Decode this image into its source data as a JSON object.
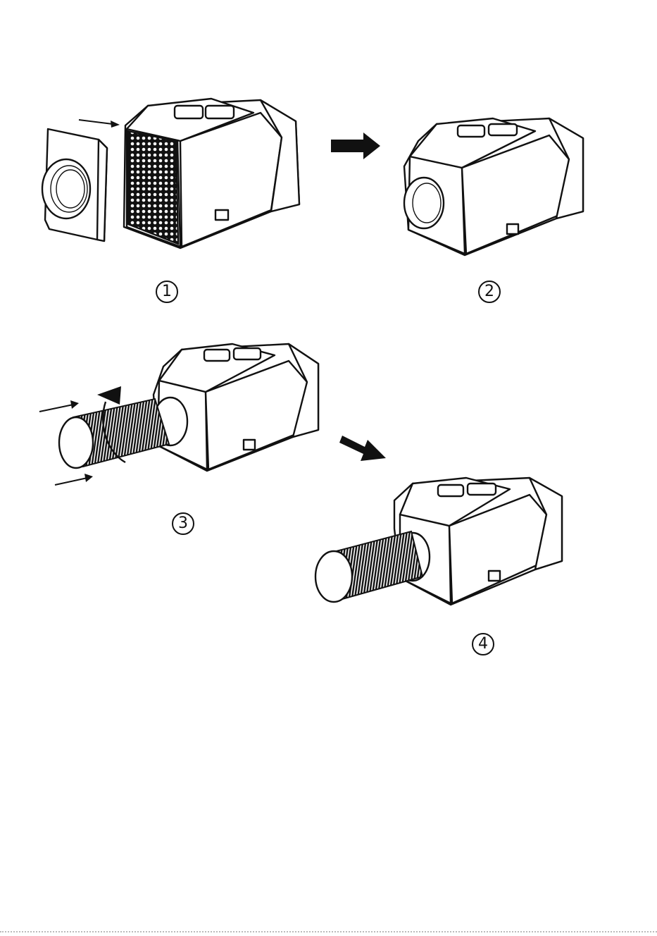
{
  "steps": [
    {
      "label": "1"
    },
    {
      "label": "2"
    },
    {
      "label": "3"
    },
    {
      "label": "4"
    }
  ],
  "colors": {
    "line": "#111111",
    "background": "#ffffff"
  }
}
